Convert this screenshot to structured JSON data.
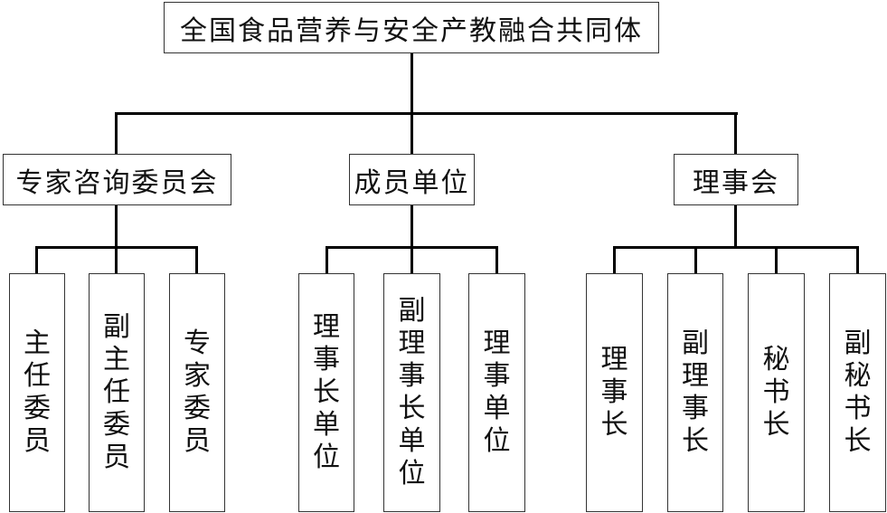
{
  "root": {
    "label": "全国食品营养与安全产教融合共同体"
  },
  "groups": [
    {
      "label": "专家咨询委员会",
      "children": [
        {
          "label": "主任委员"
        },
        {
          "label": "副主任委员"
        },
        {
          "label": "专家委员"
        }
      ]
    },
    {
      "label": "成员单位",
      "children": [
        {
          "label": "理事长单位"
        },
        {
          "label": "副理事长单位"
        },
        {
          "label": "理事单位"
        }
      ]
    },
    {
      "label": "理事会",
      "children": [
        {
          "label": "理事长"
        },
        {
          "label": "副理事长"
        },
        {
          "label": "秘书长"
        },
        {
          "label": "副秘书长"
        }
      ]
    }
  ]
}
